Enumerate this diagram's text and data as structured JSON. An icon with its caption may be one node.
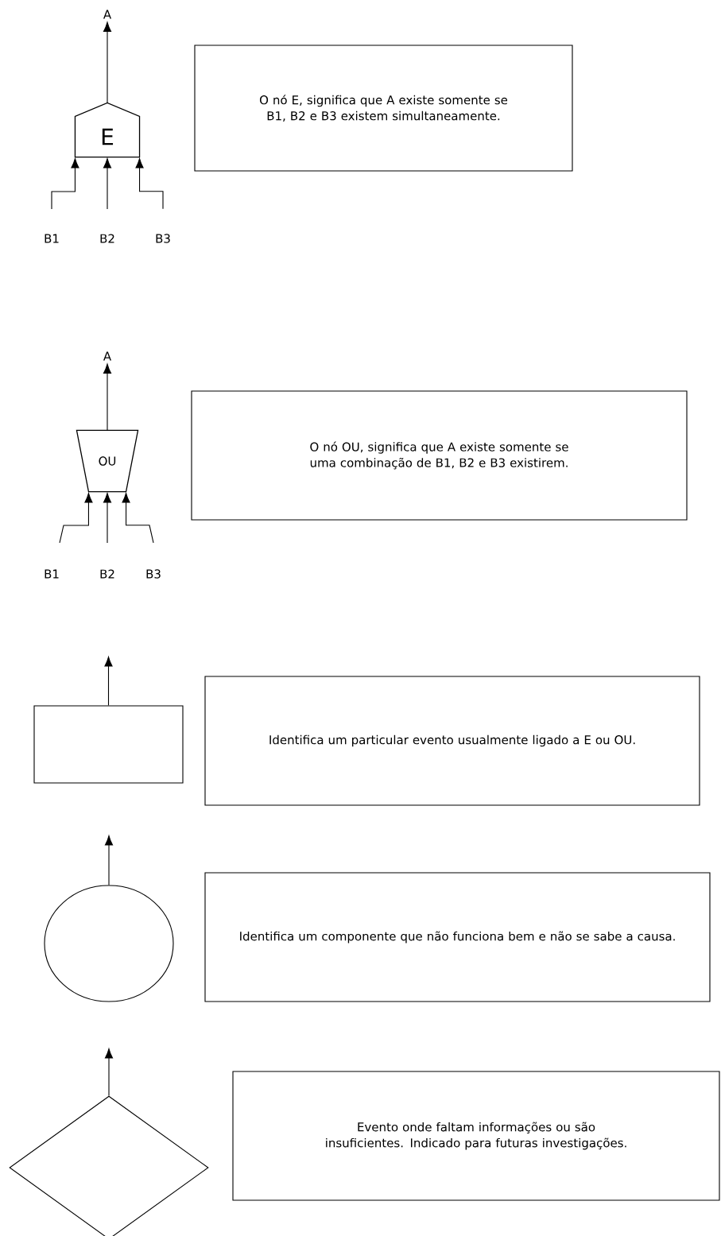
{
  "diagram": {
    "nodes": [
      {
        "text": [
          "A"
        ]
      },
      {
        "text": [
          "E"
        ]
      },
      {
        "text": [
          "B1"
        ]
      },
      {
        "text": [
          "B2"
        ]
      },
      {
        "text": [
          "B3"
        ]
      },
      {
        "text": [
          "O nó E, significa que A existe somente se B1, B2 e B3 existem simultaneamente."
        ]
      },
      {
        "text": [
          "A"
        ]
      },
      {
        "text": [
          "OU"
        ]
      },
      {
        "text": [
          "B1"
        ]
      },
      {
        "text": [
          "B2"
        ]
      },
      {
        "text": [
          "B3"
        ]
      },
      {
        "text": [
          "O nó OU, significa que A existe somente se uma combinação de B1, B2 e B3 existirem."
        ]
      },
      {
        "text": [],
        "shape": "box"
      },
      {
        "text": [
          "Identifica um particular evento usualmente ligado a E ou OU."
        ]
      },
      {
        "text": [],
        "shape": "circle"
      },
      {
        "text": [
          "Identifica um componente que não funciona bem e não se sabe a causa."
        ]
      },
      {
        "text": [],
        "shape": "diamond"
      },
      {
        "text": [
          "Evento onde faltam informações ou são insuficientes. Indicado para futuras investigações."
        ]
      }
    ],
    "edges": [
      {
        "from": 1,
        "to": 0,
        "arrow": "to"
      },
      {
        "from": 2,
        "to": 1,
        "arrow": "to"
      },
      {
        "from": 3,
        "to": 1,
        "arrow": "to"
      },
      {
        "from": 4,
        "to": 1,
        "arrow": "to"
      },
      {
        "from": 7,
        "to": 6,
        "arrow": "to"
      },
      {
        "from": 8,
        "to": 7,
        "arrow": "to"
      },
      {
        "from": 9,
        "to": 7,
        "arrow": "to"
      },
      {
        "from": 10,
        "to": 7,
        "arrow": "to"
      },
      {
        "from": 12,
        "to": null,
        "arrow": "to"
      },
      {
        "from": 14,
        "to": null,
        "arrow": "to"
      },
      {
        "from": 16,
        "to": null,
        "arrow": "to"
      }
    ]
  }
}
